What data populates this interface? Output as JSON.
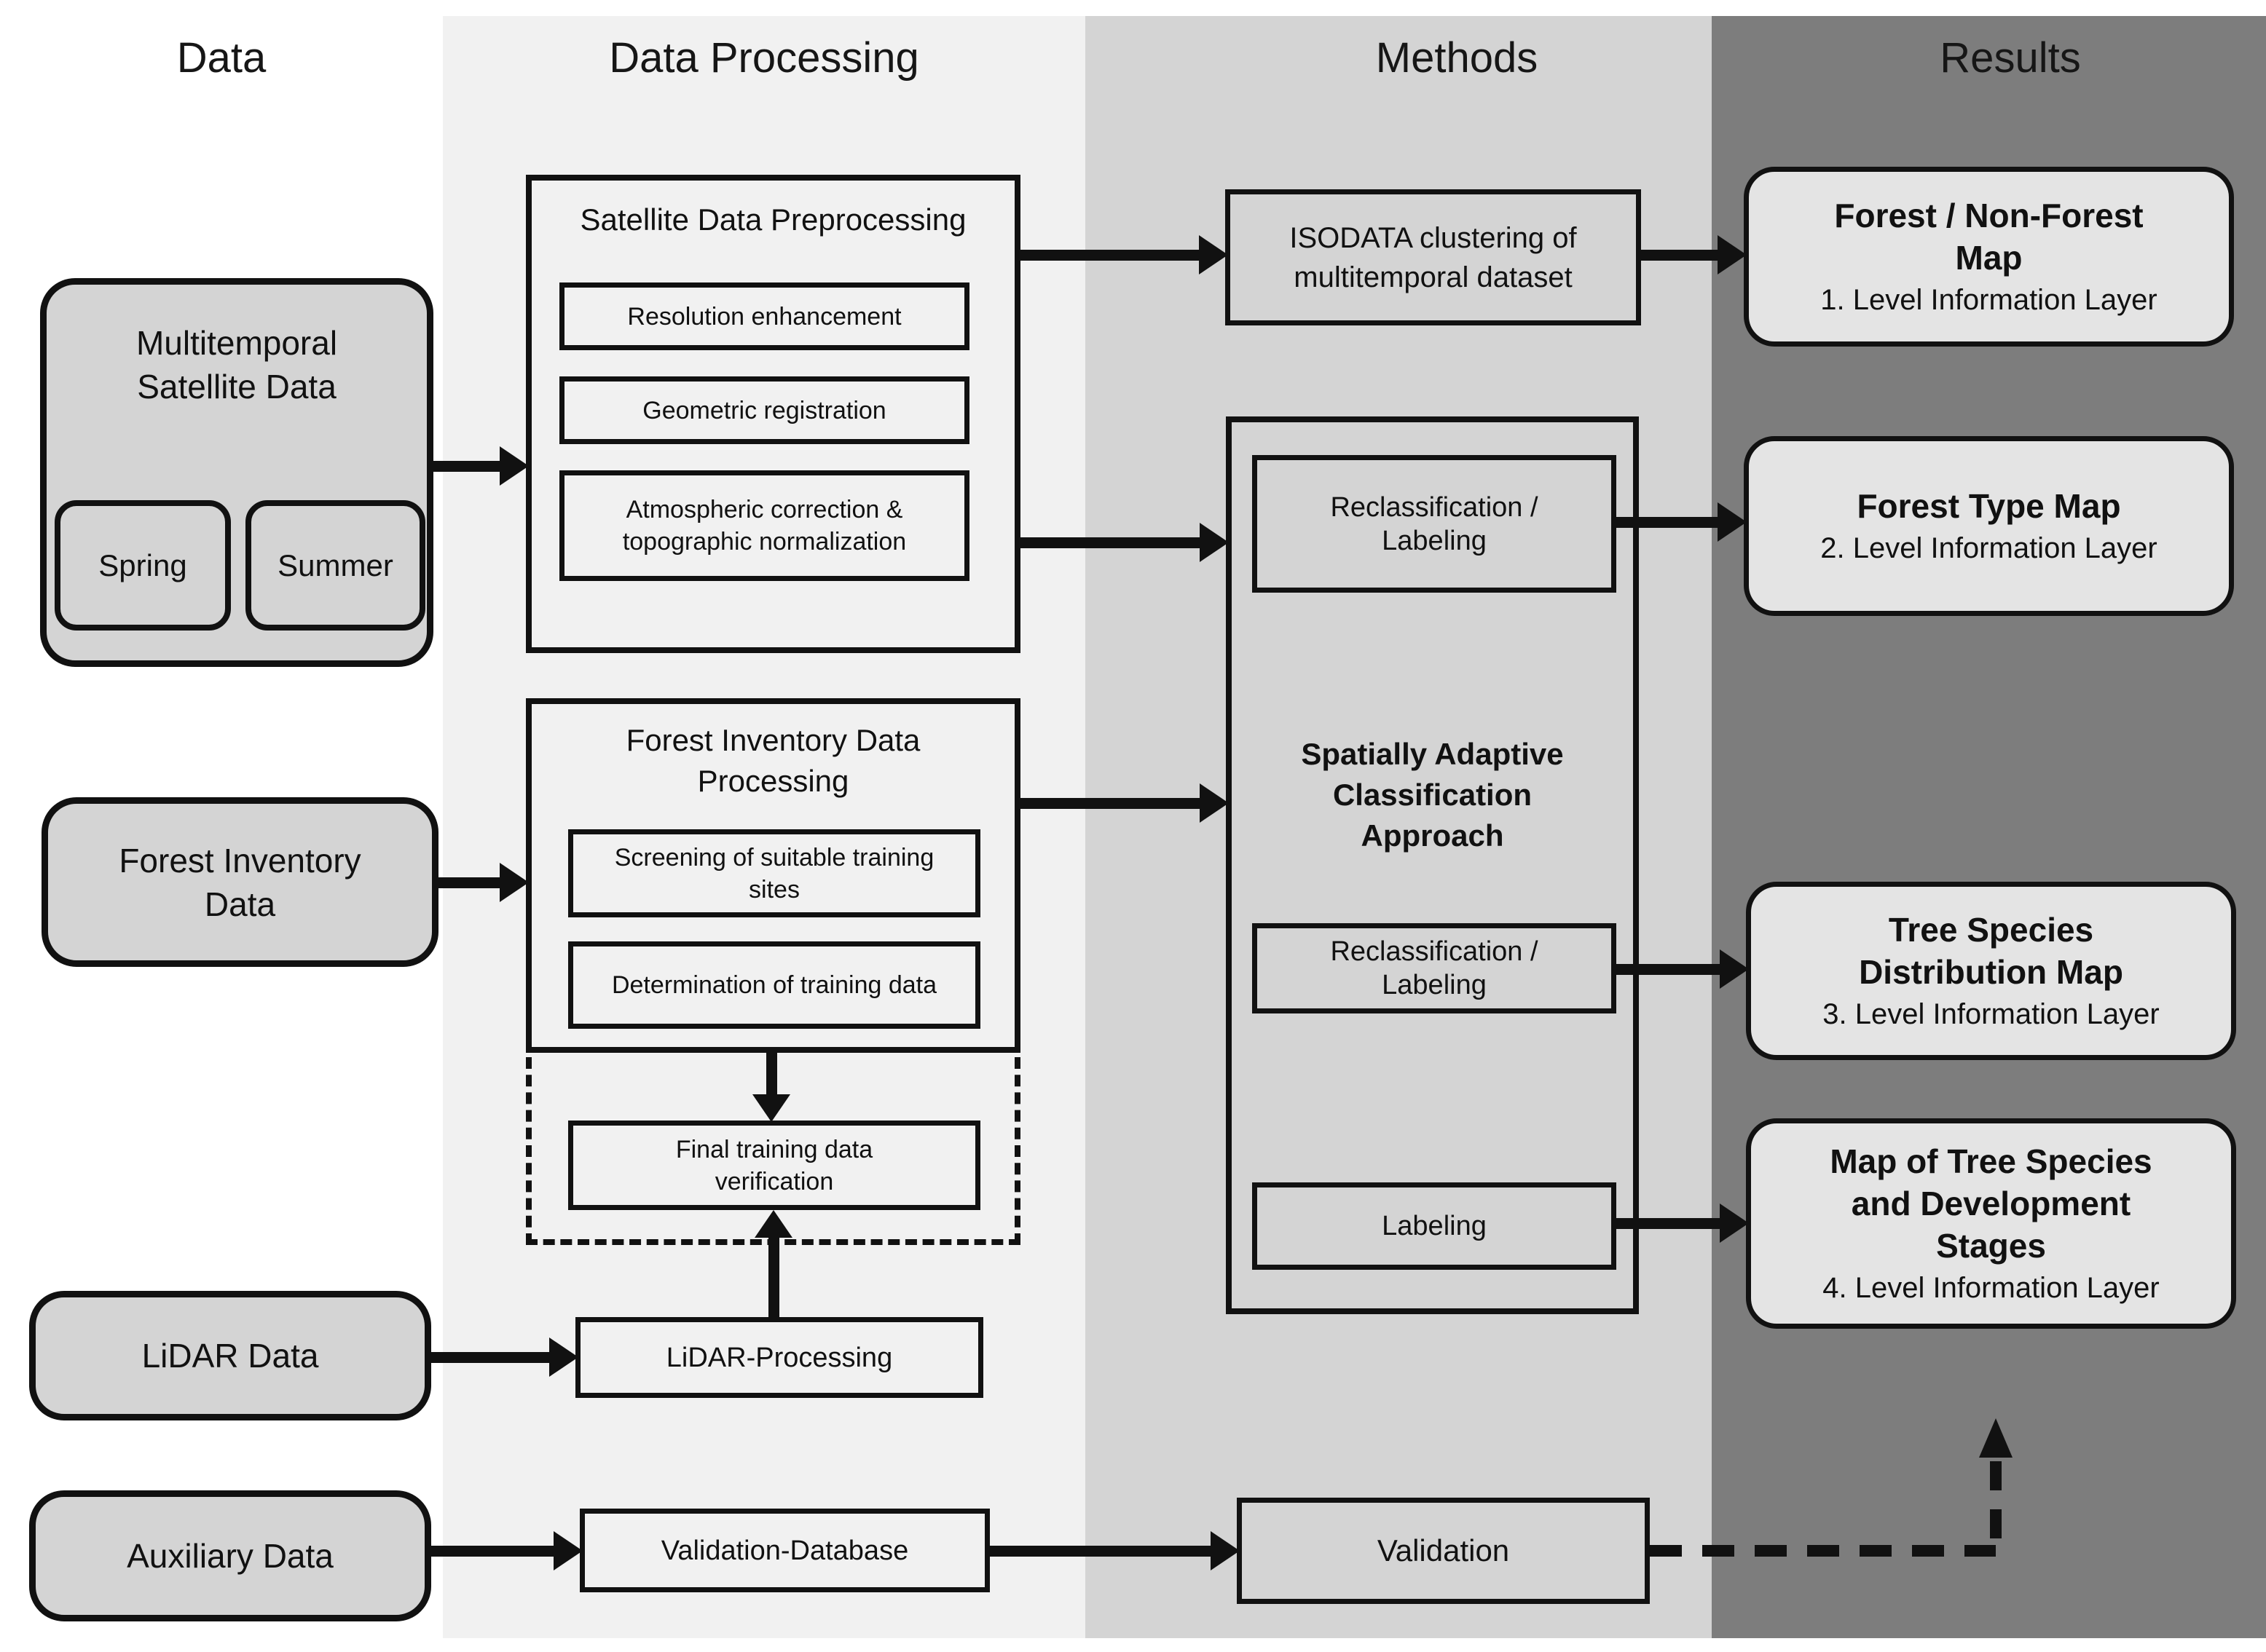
{
  "headers": {
    "data": "Data",
    "data_processing": "Data Processing",
    "methods": "Methods",
    "results": "Results"
  },
  "data_column": {
    "multitemporal_title": "Multitemporal Satellite Data",
    "spring_label": "Spring",
    "summer_label": "Summer",
    "forest_inventory_label": "Forest Inventory Data",
    "lidar_label": "LiDAR Data",
    "auxiliary_label": "Auxiliary Data"
  },
  "processing_column": {
    "satellite_preprocessing_title": "Satellite Data Preprocessing",
    "resolution_label": "Resolution enhancement",
    "geometric_label": "Geometric registration",
    "atmospheric_label": "Atmospheric correction & topographic normalization",
    "forest_inventory_processing_title": "Forest Inventory Data Processing",
    "screening_label": "Screening of suitable training sites",
    "determination_label": "Determination of training data",
    "verification_label": "Final training data verification",
    "lidar_processing_label": "LiDAR-Processing",
    "validation_database_label": "Validation-Database"
  },
  "methods_column": {
    "isodata_label": "ISODATA clustering of multitemporal dataset",
    "saca_title": "Spatially Adaptive Classification Approach",
    "reclassification_top_label": "Reclassification / Labeling",
    "reclassification_bottom_label": "Reclassification / Labeling",
    "labeling_label": "Labeling",
    "validation_label": "Validation"
  },
  "results_column": {
    "level1_title": "Forest / Non-Forest Map",
    "level1_subtitle": "1. Level Information Layer",
    "level2_title": "Forest Type Map",
    "level2_subtitle": "2. Level Information Layer",
    "level3_title": "Tree Species Distribution Map",
    "level3_subtitle": "3. Level Information Layer",
    "level4_title": "Map of Tree Species and Development Stages",
    "level4_subtitle": "4. Level Information Layer"
  },
  "colors": {
    "data_band": "#ffffff",
    "processing_band": "#f1f1f1",
    "methods_band": "#d4d4d4",
    "results_band": "#7d7d7d",
    "data_box_fill": "#d4d4d4",
    "processing_box_fill": "#f1f1f1",
    "results_box_fill": "#e4e4e4",
    "line": "#111111"
  }
}
